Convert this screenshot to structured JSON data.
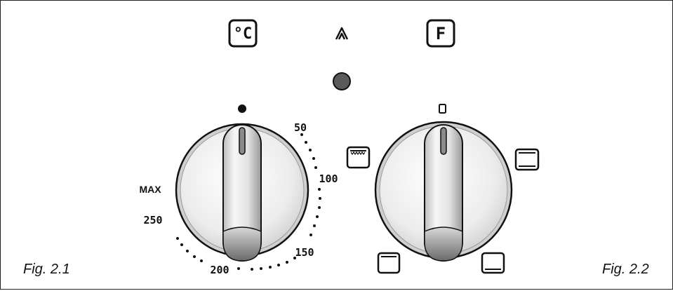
{
  "indicators": {
    "celsius_label": "°C",
    "fahrenheit_label": "F",
    "power_symbol": "chevron-up-icon"
  },
  "lamp": {
    "color": "#5a5a5a"
  },
  "thermostat_knob": {
    "top_marker": "●",
    "max_label": "MAX",
    "scale_labels": [
      "50",
      "100",
      "150",
      "200",
      "250"
    ]
  },
  "function_knob": {
    "off_label": "0",
    "modes": [
      "top-heat-grill-icon",
      "top-bottom-heat-icon",
      "top-heat-icon",
      "bottom-heat-icon"
    ]
  },
  "figures": {
    "left": "Fig. 2.1",
    "right": "Fig. 2.2"
  },
  "colors": {
    "ink": "#111111",
    "knob_rim": "#dcdcdc",
    "knob_face": "#f4f4f4"
  }
}
